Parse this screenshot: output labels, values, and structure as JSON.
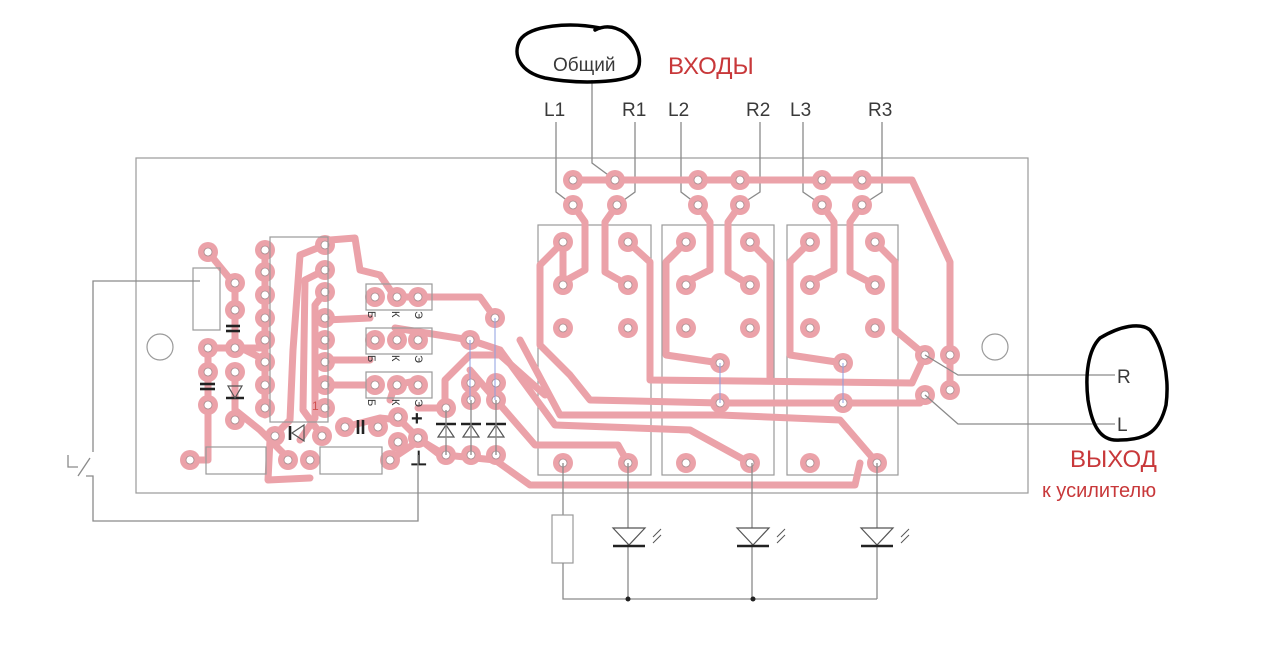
{
  "diagram": {
    "title": "PCB layout: 3-channel stereo input switch",
    "inputs": {
      "heading": "ВХОДЫ",
      "common_label": "Общий",
      "channels": [
        "L1",
        "R1",
        "L2",
        "R2",
        "L3",
        "R3"
      ]
    },
    "output": {
      "heading": "ВЫХОД",
      "subheading": "к усилителю",
      "channels": [
        "R",
        "L"
      ]
    },
    "transistor_pin_labels": [
      "Б",
      "К",
      "Э"
    ],
    "pin1_marker": "1",
    "polarity_plus": "+",
    "polarity_minus": "⊥",
    "colors": {
      "trace": "#eba2a9",
      "heading_red": "#c8383a",
      "annotation_ink": "#000000",
      "wire_gray": "#8a8a8a",
      "jumper_blue": "#8e9fe0"
    }
  }
}
